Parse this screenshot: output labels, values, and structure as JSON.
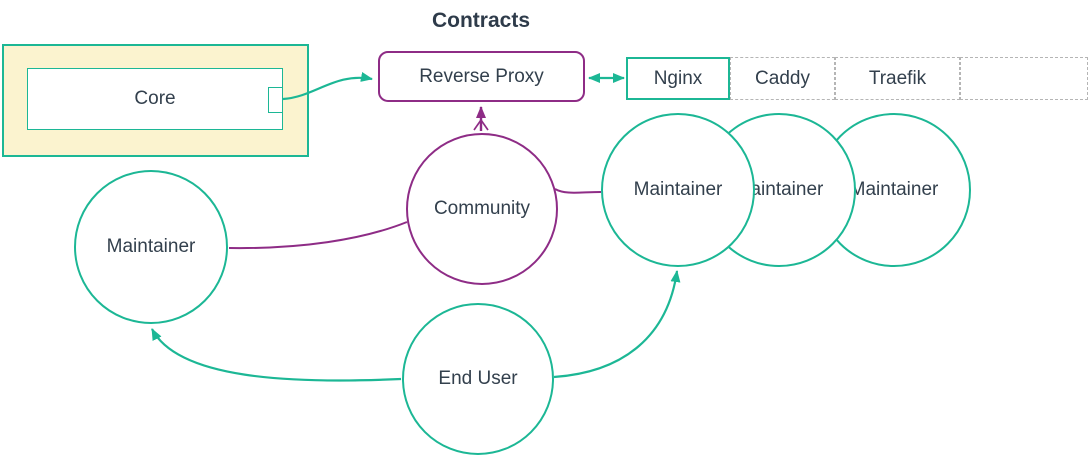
{
  "title": "Contracts",
  "palette": {
    "teal": "#1cb795",
    "purple": "#8e2c86",
    "text": "#33404d",
    "core_fill": "#fbf3cf",
    "dashed": "#b5b5b5"
  },
  "nodes": {
    "core": {
      "label": "Core"
    },
    "reverse_proxy": {
      "label": "Reverse Proxy"
    },
    "proxies": [
      {
        "label": "Nginx"
      },
      {
        "label": "Caddy"
      },
      {
        "label": "Traefik"
      },
      {
        "label": ""
      }
    ],
    "community": {
      "label": "Community"
    },
    "maintainer_left": {
      "label": "Maintainer"
    },
    "maintainers": [
      {
        "label": "Maintainer"
      },
      {
        "label": "Maintainer"
      },
      {
        "label": "Maintainer"
      }
    ],
    "end_user": {
      "label": "End User"
    }
  },
  "edges": [
    {
      "from": "core",
      "to": "reverse_proxy",
      "style": "teal",
      "arrow": "end"
    },
    {
      "from": "reverse_proxy",
      "to": "nginx",
      "style": "teal",
      "arrow": "both"
    },
    {
      "from": "community",
      "to": "reverse_proxy",
      "style": "purple",
      "arrow": "end"
    },
    {
      "from": "community",
      "to": "maintainer_left",
      "style": "purple",
      "arrow": "none"
    },
    {
      "from": "community",
      "to": "maintainer_right",
      "style": "purple",
      "arrow": "none"
    },
    {
      "from": "end_user",
      "to": "maintainer_left",
      "style": "teal",
      "arrow": "end"
    },
    {
      "from": "end_user",
      "to": "maintainer_right",
      "style": "teal",
      "arrow": "end"
    }
  ]
}
